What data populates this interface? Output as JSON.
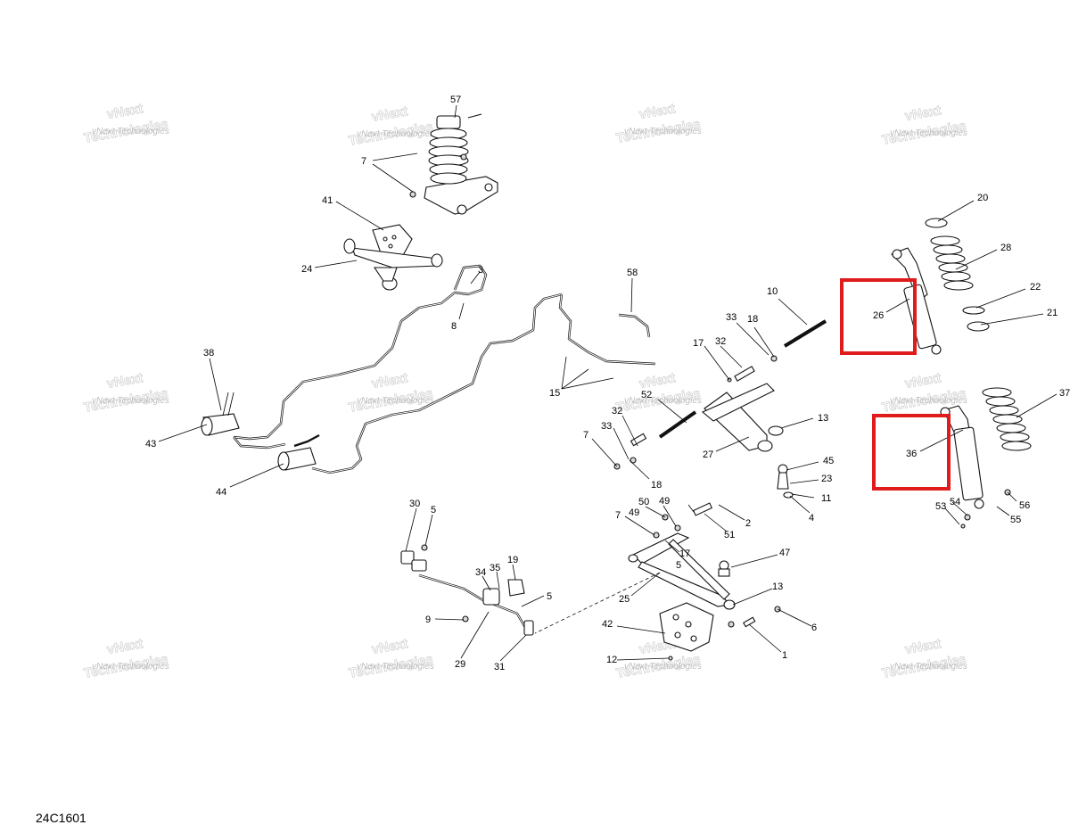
{
  "diagram_code": "24C1601",
  "watermark": {
    "line1": "vNext",
    "line2": "Technologies",
    "line3": "vNext Technologies"
  },
  "callouts": {
    "c57": "57",
    "c7a": "7",
    "c41": "41",
    "c24": "24",
    "c3": "3",
    "c8": "8",
    "c58": "58",
    "c38": "38",
    "c43": "43",
    "c44": "44",
    "c15": "15",
    "c10": "10",
    "c33a": "33",
    "c18a": "18",
    "c17a": "17",
    "c32a": "32",
    "c52": "52",
    "c13a": "13",
    "c27": "27",
    "c32b": "32",
    "c33b": "33",
    "c7b": "7",
    "c18b": "18",
    "c45": "45",
    "c23": "23",
    "c11": "11",
    "c4": "4",
    "c20": "20",
    "c28": "28",
    "c22": "22",
    "c21": "21",
    "c26": "26",
    "c37": "37",
    "c36": "36",
    "c54": "54",
    "c53": "53",
    "c56": "56",
    "c55": "55",
    "c30": "30",
    "c5a": "5",
    "c19": "19",
    "c34": "34",
    "c35": "35",
    "c5b": "5",
    "c9": "9",
    "c29": "29",
    "c31": "31",
    "c50": "50",
    "c49a": "49",
    "c49b": "49",
    "c7c": "7",
    "c2": "2",
    "c51": "51",
    "c17b": "17",
    "c5c": "5",
    "c47": "47",
    "c25": "25",
    "c13b": "13",
    "c42": "42",
    "c6": "6",
    "c12": "12",
    "c1": "1"
  },
  "highlight_color": "#e01b1b"
}
